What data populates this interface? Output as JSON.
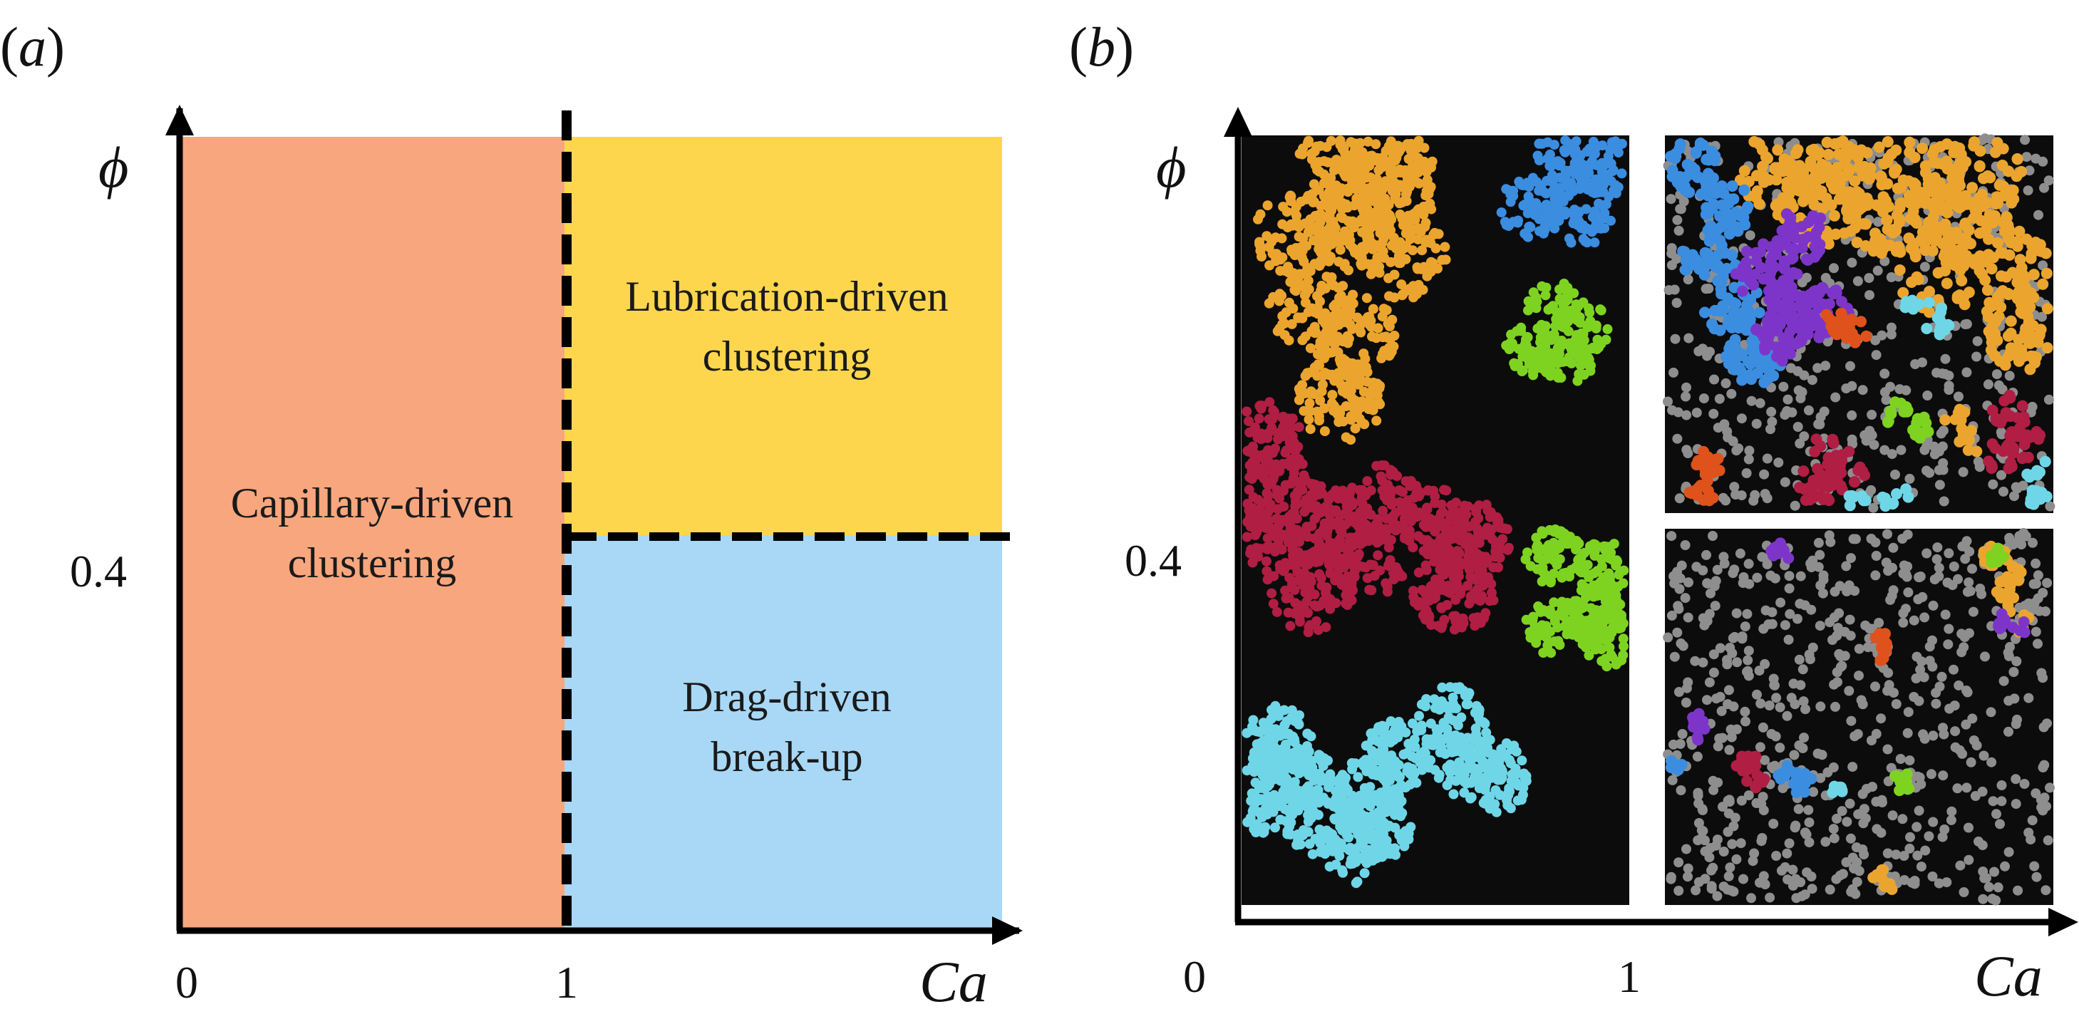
{
  "panels": {
    "a": {
      "letter_open": "(",
      "letter": "a",
      "letter_close": ")"
    },
    "b": {
      "letter_open": "(",
      "letter": "b",
      "letter_close": ")"
    }
  },
  "axes": {
    "y_var": "ϕ",
    "x_var": "Ca",
    "y_tick": "0.4",
    "x_tick_origin": "0",
    "x_tick_mid": "1"
  },
  "regions": {
    "capillary": {
      "line1": "Capillary-driven",
      "line2": "clustering",
      "color": "#F8A67D"
    },
    "lubrication": {
      "line1": "Lubrication-driven",
      "line2": "clustering",
      "color": "#FDD64E"
    },
    "drag": {
      "line1": "Drag-driven",
      "line2": "break-up",
      "color": "#A8D8F5"
    }
  },
  "images": {
    "background": "#0c0c0c",
    "cluster_colors": {
      "orange": "#EBA52E",
      "blue": "#3B8DE0",
      "green": "#7ED321",
      "crimson": "#B01E43",
      "cyan": "#6FD6E8",
      "purple": "#7D35C9",
      "red_orange": "#E0521B",
      "grey": "#8e8e8e"
    }
  }
}
